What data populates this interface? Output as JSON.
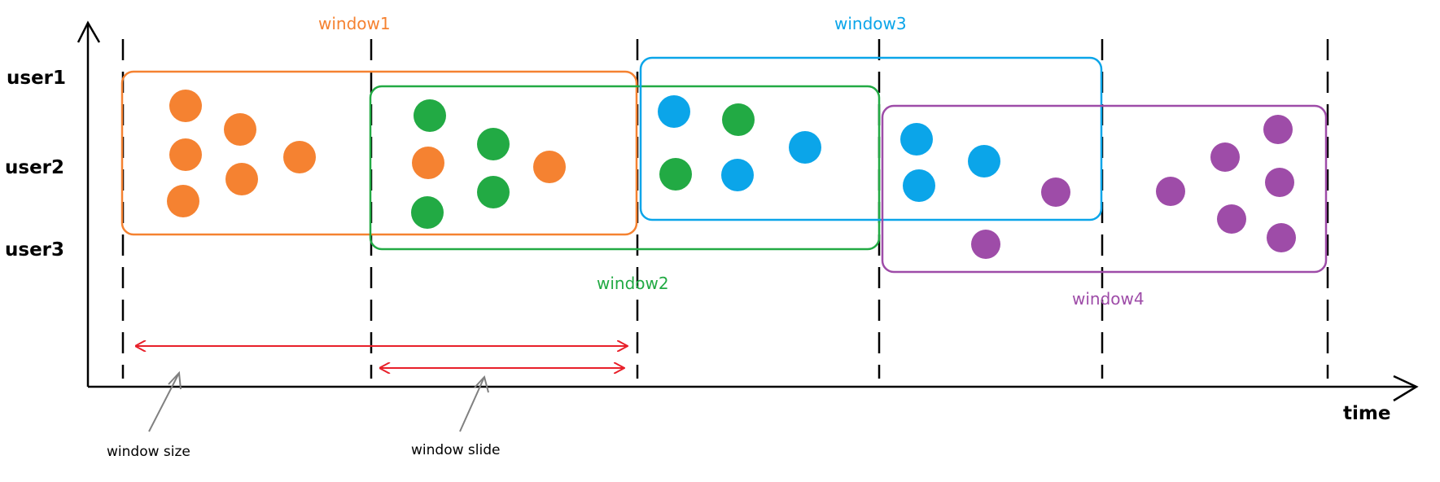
{
  "diagram": {
    "y_labels": [
      "user1",
      "user2",
      "user3"
    ],
    "x_label": "time",
    "windows": [
      {
        "label": "window1",
        "color": "#f58231"
      },
      {
        "label": "window2",
        "color": "#22aa44"
      },
      {
        "label": "window3",
        "color": "#0ba5e9"
      },
      {
        "label": "window4",
        "color": "#9e4ca8"
      }
    ],
    "annotations": {
      "size": "window size",
      "slide": "window slide"
    },
    "colors": {
      "axis": "#000000",
      "boundary": "#000000",
      "arrow": "#e8202a",
      "pointer": "#808080",
      "orange": "#f58231",
      "green": "#22aa44",
      "blue": "#0ba5e9",
      "purple": "#9e4ca8"
    }
  }
}
